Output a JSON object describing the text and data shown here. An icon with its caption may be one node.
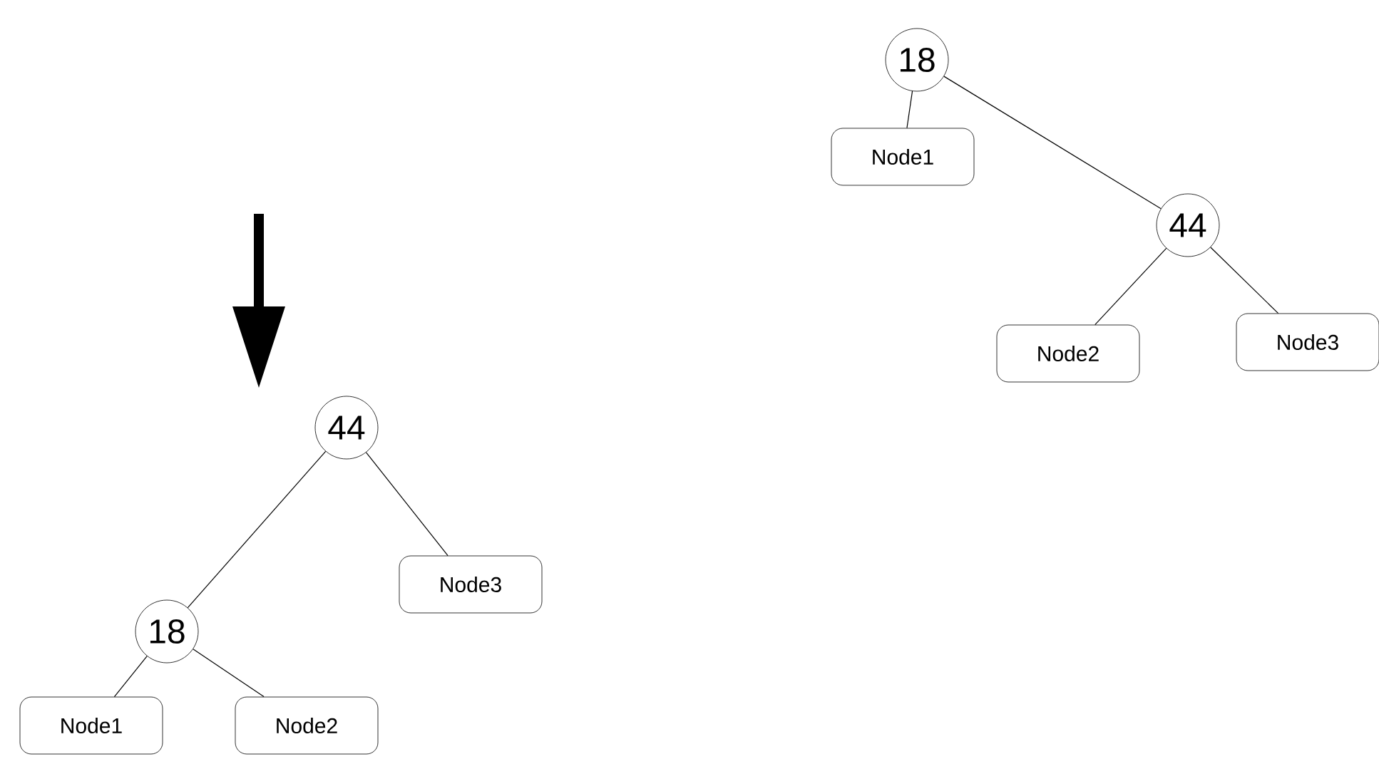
{
  "diagram": {
    "nodes": [
      {
        "text": [
          "18"
        ]
      },
      {
        "text": [
          "Node1"
        ]
      },
      {
        "text": [
          "44"
        ]
      },
      {
        "text": [
          "Node2"
        ]
      },
      {
        "text": [
          "Node3"
        ]
      },
      {
        "text": [
          "44"
        ]
      },
      {
        "text": [
          "Node3"
        ]
      },
      {
        "text": [
          "18"
        ]
      },
      {
        "text": [
          "Node1"
        ]
      },
      {
        "text": [
          "Node2"
        ]
      }
    ],
    "edges": [
      {
        "from": 0,
        "to": 1,
        "arrow": "none"
      },
      {
        "from": 0,
        "to": 2,
        "arrow": "none"
      },
      {
        "from": 2,
        "to": 3,
        "arrow": "none"
      },
      {
        "from": 2,
        "to": 4,
        "arrow": "none"
      },
      {
        "from": 5,
        "to": 7,
        "arrow": "none"
      },
      {
        "from": 5,
        "to": 6,
        "arrow": "none"
      },
      {
        "from": 7,
        "to": 8,
        "arrow": "none"
      },
      {
        "from": 7,
        "to": 9,
        "arrow": "none"
      }
    ]
  }
}
